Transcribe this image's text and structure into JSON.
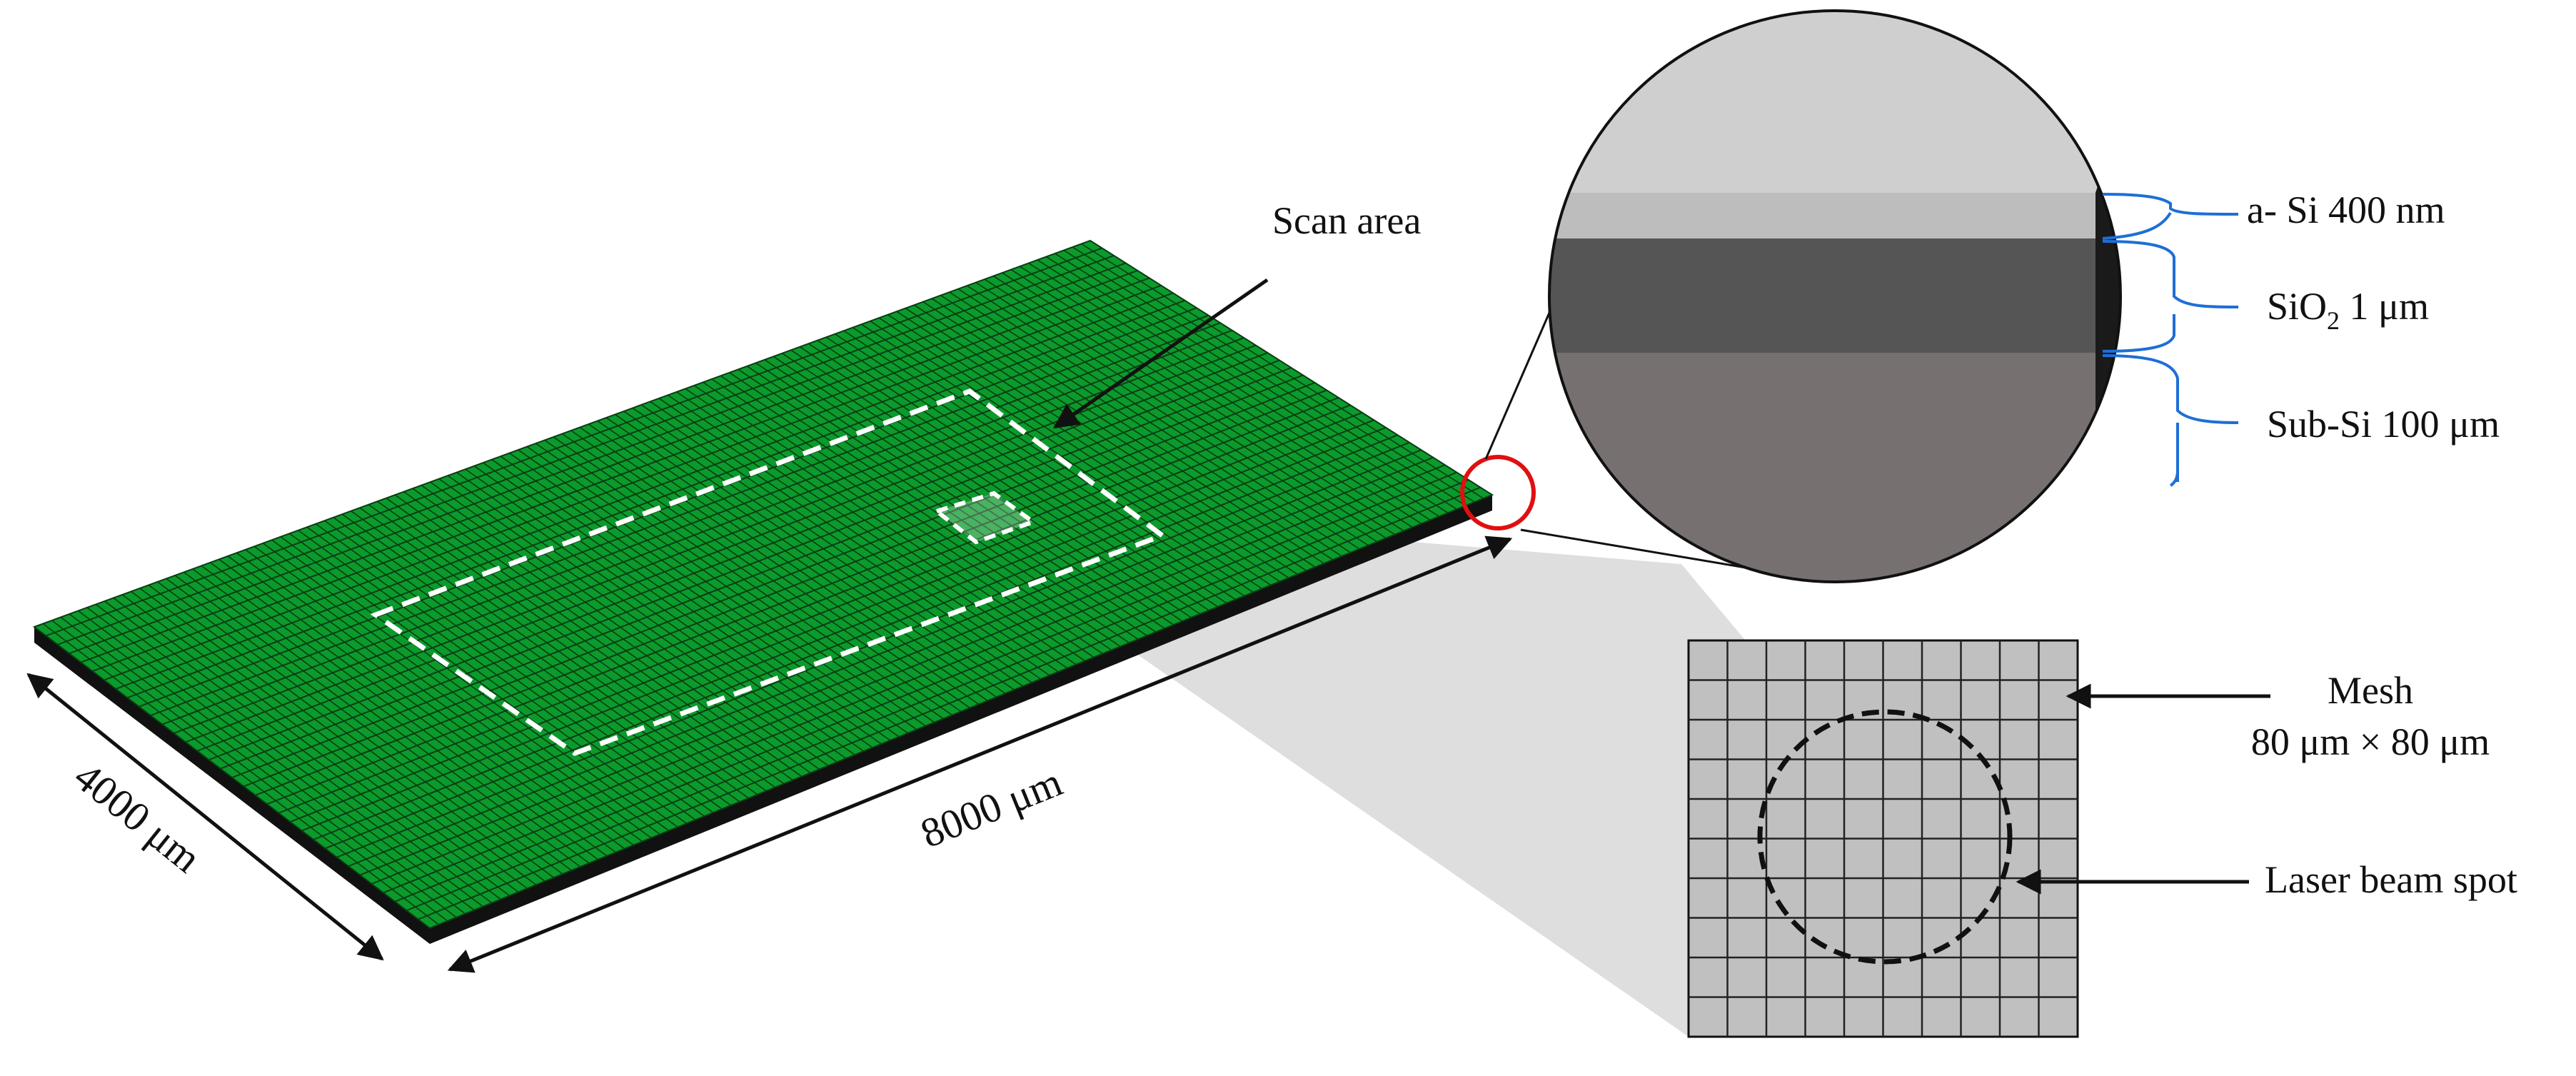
{
  "labels": {
    "scan_area": "Scan area",
    "width_dim": "4000 μm",
    "length_dim": "8000 μm",
    "layer_asi": "a- Si 400 nm",
    "layer_sio2_main": "SiO",
    "layer_sio2_sub": "2",
    "layer_sio2_rest": " 1 μm",
    "layer_subsi": "Sub-Si 100 μm",
    "mesh_title": "Mesh",
    "mesh_size": "80 μm  × 80 μm",
    "laser_spot": "Laser beam spot"
  },
  "colors": {
    "plate_green": "#0b9a2c",
    "grid_line": "#0a3d12",
    "plate_edge": "#111111",
    "asi_layer": "#bdbdbd",
    "sio2_layer": "#555555",
    "subsi_layer": "#767170",
    "top_region": "#cfcfcf",
    "mesh_fill": "#c0c0c0",
    "bracket_blue": "#1e6fd6",
    "highlight_circle": "#e01010"
  }
}
